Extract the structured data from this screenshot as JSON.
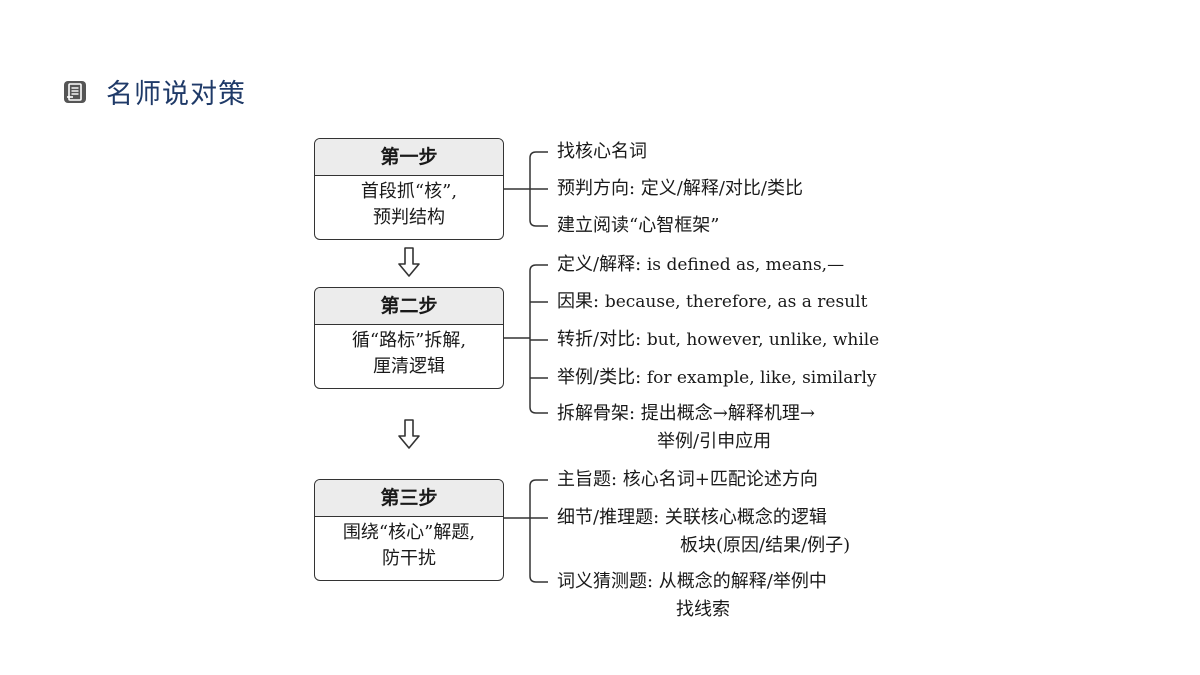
{
  "header": {
    "icon": "document-icon",
    "title": "名师说对策"
  },
  "steps": [
    {
      "title": "第一步",
      "lines": [
        "首段抓“核”,",
        "预判结构"
      ],
      "branches": [
        {
          "text": "找核心名词"
        },
        {
          "text": "预判方向: 定义/解释/对比/类比"
        },
        {
          "text": "建立阅读“心智框架”"
        }
      ]
    },
    {
      "title": "第二步",
      "lines": [
        "循“路标”拆解,",
        "厘清逻辑"
      ],
      "branches": [
        {
          "label": "定义/解释:",
          "en": "is defined as, means,—"
        },
        {
          "label": "因果:",
          "en": "because, therefore, as a result"
        },
        {
          "label": "转折/对比:",
          "en": "but, however, unlike, while"
        },
        {
          "label": "举例/类比:",
          "en": "for example, like, similarly"
        },
        {
          "text": "拆解骨架: 提出概念→解释机理→",
          "cont": "举例/引申应用"
        }
      ]
    },
    {
      "title": "第三步",
      "lines": [
        "围绕“核心”解题,",
        "防干扰"
      ],
      "branches": [
        {
          "text": "主旨题: 核心名词+匹配论述方向"
        },
        {
          "text": "细节/推理题: 关联核心概念的逻辑",
          "cont": "板块(原因/结果/例子)"
        },
        {
          "text": "词义猜测题: 从概念的解释/举例中",
          "cont": "找线索"
        }
      ]
    }
  ]
}
